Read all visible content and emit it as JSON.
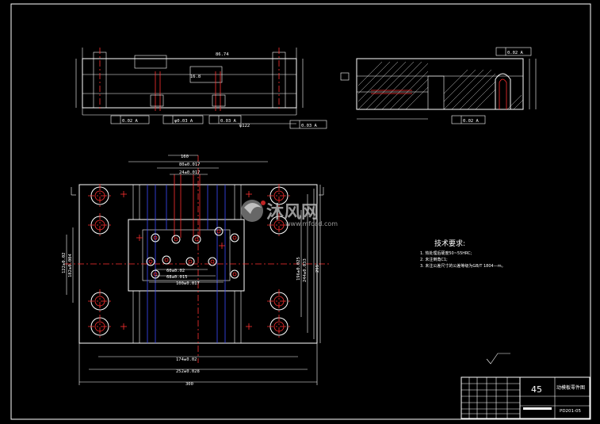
{
  "watermark": {
    "brand_cn": "沐风网",
    "url": "www.mfcad.com"
  },
  "dims": {
    "d_160": "160",
    "d_80_017": "80±0.017",
    "d_24_017": "24±0.017",
    "d_60_02": "60±0.02",
    "d_68_015": "68±0.015",
    "d_100_017": "100±0.017",
    "d_174_02": "174±0.02",
    "d_252_028": "252±0.028",
    "d_300": "300",
    "d_122": "122±0.02",
    "d_182_004": "182±0.004",
    "d_196": "196±0.025",
    "d_244": "244±0.033",
    "d_299": "299",
    "d_top_16": "16.8",
    "d_top_74": "86.74",
    "d_top_122": "φ122",
    "tol_a": "0.02 A",
    "tol_b": "0.03 A",
    "tol_c": "φ0.03 A",
    "tol_d": "0.03 A",
    "tol_e": "0.02 A",
    "tol_f": "0.02 A"
  },
  "notes": {
    "heading": "技术要求:",
    "items": [
      "1. 热处理后硬度50~55HRC;",
      "2. 未注倒角C1;",
      "3. 未注公差尺寸的公差等级为GB/T 1804—m。"
    ]
  },
  "title_block": {
    "material": "45",
    "part_name": "动模板零件图",
    "drawing_no": "PD201-05"
  }
}
